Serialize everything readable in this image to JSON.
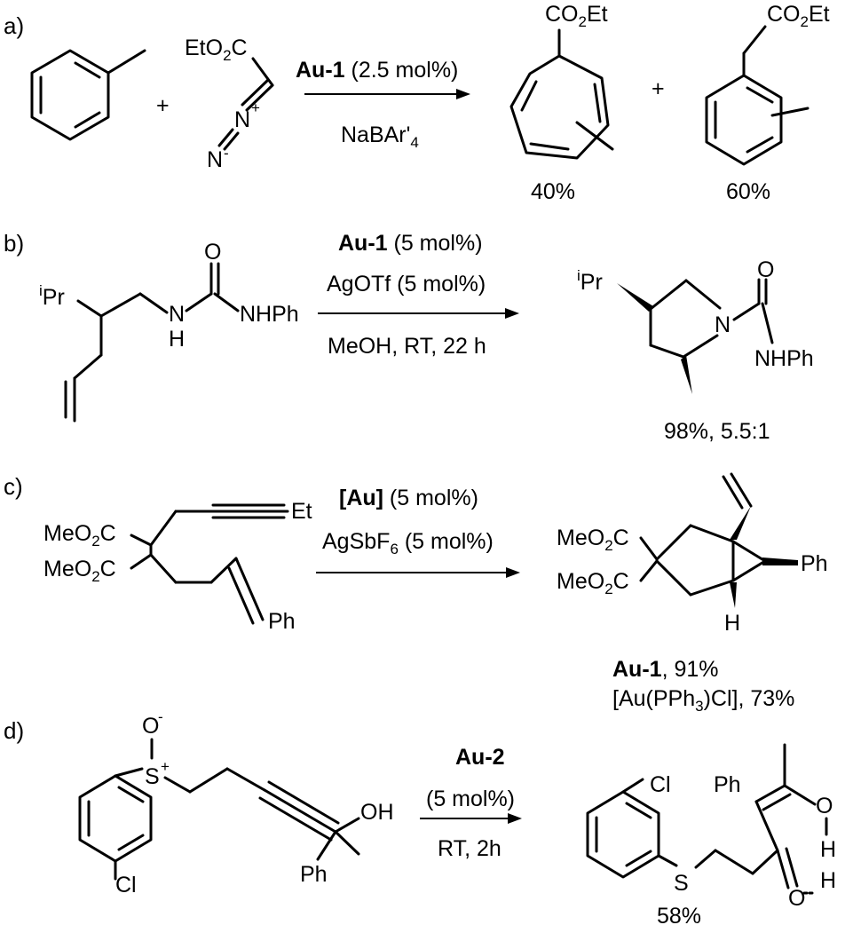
{
  "panels": {
    "a": {
      "tag": "a)",
      "plus1": "+",
      "plus2": "+",
      "reagent_ester": {
        "main": "EtO",
        "sub": "2",
        "tail": "C"
      },
      "reagent_n1": "N",
      "reagent_n1_charge": "+",
      "reagent_n2": "N",
      "reagent_n2_charge": "-",
      "catalyst": "Au-1",
      "catalyst_loading": " (2.5 mol%)",
      "additive": {
        "main": "NaBAr'",
        "sub": "4"
      },
      "product1_ester": {
        "main": "CO",
        "sub": "2",
        "tail": "Et"
      },
      "product2_ester": {
        "main": "CO",
        "sub": "2",
        "tail": "Et"
      },
      "yield1": "40%",
      "yield2": "60%"
    },
    "b": {
      "tag": "b)",
      "ipr_sup": "i",
      "ipr": "Pr",
      "nh_n": "N",
      "nh_h": "H",
      "carbonyl_o": "O",
      "nhph": "NHPh",
      "catalyst": "Au-1",
      "catalyst_loading": " (5 mol%)",
      "additive": "AgOTf (5 mol%)",
      "conditions": "MeOH, RT, 22 h",
      "prod_ipr_sup": "i",
      "prod_ipr": "Pr",
      "prod_n": "N",
      "prod_o": "O",
      "prod_nhph": "NHPh",
      "result": "98%, 5.5:1"
    },
    "c": {
      "tag": "c)",
      "et": "Et",
      "ester1": {
        "main": "MeO",
        "sub": "2",
        "tail": "C"
      },
      "ester2": {
        "main": "MeO",
        "sub": "2",
        "tail": "C"
      },
      "ph": "Ph",
      "catalyst": "[Au]",
      "catalyst_loading": " (5 mol%)",
      "additive": {
        "main": "AgSbF",
        "sub": "6",
        "tail": " (5 mol%)"
      },
      "prod_ester1": {
        "main": "MeO",
        "sub": "2",
        "tail": "C"
      },
      "prod_ester2": {
        "main": "MeO",
        "sub": "2",
        "tail": "C"
      },
      "prod_ph": "Ph",
      "prod_h": "H",
      "result1_cat": "Au-1",
      "result1_yield": ", 91%",
      "result2": {
        "main": "[Au(PPh",
        "sub": "3",
        "tail": ")Cl], 73%"
      }
    },
    "d": {
      "tag": "d)",
      "s": "S",
      "s_charge": "+",
      "o": "O",
      "o_charge": "-",
      "cl": "Cl",
      "oh": "OH",
      "ph": "Ph",
      "catalyst": "Au-2",
      "catalyst_loading": "(5 mol%)",
      "conditions": "RT, 2h",
      "prod_cl": "Cl",
      "prod_s": "S",
      "prod_ph": "Ph",
      "prod_o1": "O",
      "prod_h": "H",
      "prod_o2": "O",
      "prod_h2": "H",
      "yield": "58%"
    }
  }
}
